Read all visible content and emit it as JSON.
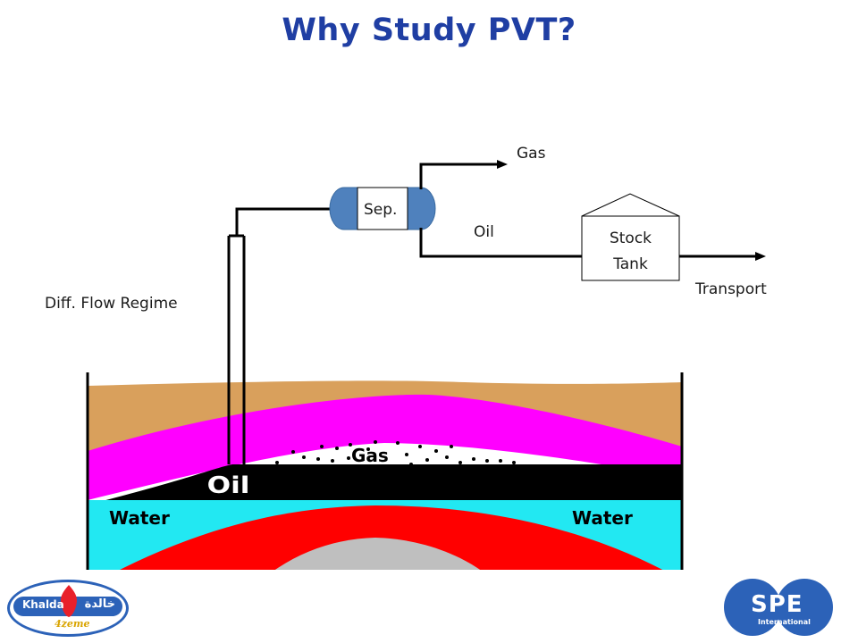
{
  "slide": {
    "title": "Why Study PVT?"
  },
  "diagram": {
    "labels": {
      "gas_line": "Gas",
      "separator": "Sep.",
      "oil_line": "Oil",
      "stock_tank_line1": "Stock",
      "stock_tank_line2": "Tank",
      "transport": "Transport",
      "flow_regime": "Diff. Flow Regime"
    },
    "reservoir_labels": {
      "gas": "Gas",
      "oil": "Oil",
      "water_left": "Water",
      "water_right": "Water"
    },
    "colors": {
      "title": "#1f3ea3",
      "topsoil": "#d9a05c",
      "caprock": "#ff00ff",
      "gas_zone": "#ffffff",
      "oil_zone": "#000000",
      "water": "#22e8f2",
      "red_layer": "#ff0000",
      "gray_core": "#bfbfbf",
      "separator_caps": "#4f81bd"
    }
  },
  "logos": {
    "left": {
      "name": "khalda-logo",
      "text_en": "Khalda",
      "text_ar": "خالدة",
      "subtext": "4zeme"
    },
    "right": {
      "name": "spe-international-logo",
      "text": "SPE",
      "subtext": "International"
    }
  }
}
